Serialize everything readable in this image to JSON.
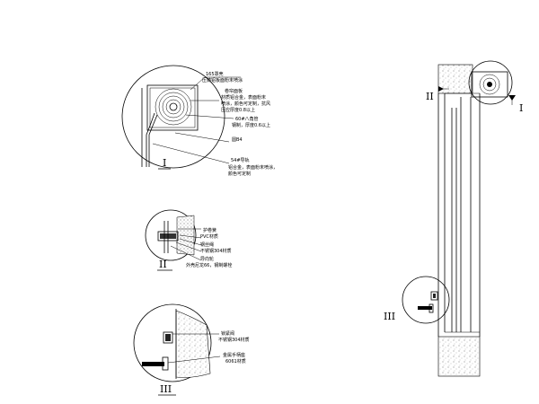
{
  "detail_I": {
    "marker": "I",
    "notes": {
      "cover": "165罩壳",
      "cover_material": "压铸铝板面粉末喷涂",
      "curtain": "卷帘面板",
      "curtain_material_1": "材质铝合金，表面粉末",
      "curtain_material_2": "喷涂，颜色可定制，抗风",
      "curtain_material_3": "压应厚度0.8以上",
      "octagon_tube": "60#八角管",
      "octagon_material": "钢制，厚度0.6以上",
      "circle_note": "圆B4",
      "guide_rail": "54#导轨",
      "rail_material_1": "铝合金，表面粉末喷涂，",
      "rail_material_2": "颜色可定制"
    }
  },
  "detail_II": {
    "marker": "II",
    "notes": {
      "guard_spring": "护卷簧",
      "pvc": "PVC材质",
      "steel_bracket": "钢丝绳",
      "stainless": "不锈钢304材质",
      "guide_wheel": "导向轮",
      "bolt": "外壳尼龙66，钢制螺栓"
    }
  },
  "detail_III": {
    "marker": "III",
    "notes": {
      "latch": "锁紧阀",
      "latch_material": "不锈钢304材质",
      "handle": "金属手柄座",
      "handle_material": "6061材质"
    }
  },
  "elevation": {
    "marker_II": "II",
    "marker_I": "I",
    "marker_III": "III"
  }
}
